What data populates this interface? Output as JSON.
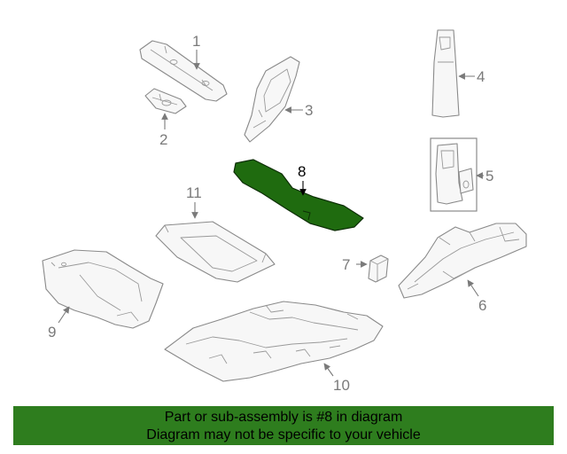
{
  "highlight_color": "#1f6b0f",
  "banner": {
    "background": "#2e7d1e",
    "line1": "Part or sub-assembly is #8 in diagram",
    "line2": "Diagram may not be specific to your vehicle"
  },
  "callouts": {
    "c1": "1",
    "c2": "2",
    "c3": "3",
    "c4": "4",
    "c5": "5",
    "c6": "6",
    "c7": "7",
    "c8": "8",
    "c9": "9",
    "c10": "10",
    "c11": "11"
  }
}
